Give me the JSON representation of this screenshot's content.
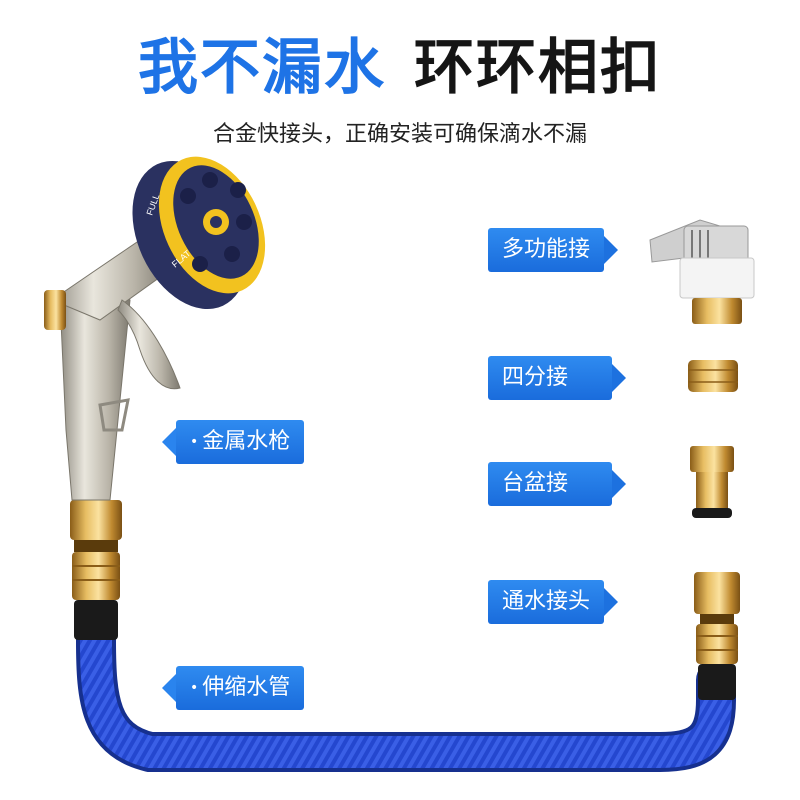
{
  "headline": {
    "part1": "我不漏水",
    "part2": "环环相扣"
  },
  "subheadline": "合金快接头，正确安装可确保滴水不漏",
  "labels": {
    "multi_connector": "多功能接",
    "quarter_connector": "四分接",
    "basin_connector": "台盆接",
    "water_connector": "通水接头",
    "metal_gun": "金属水枪",
    "expand_hose": "伸缩水管"
  },
  "nozzle_marks": {
    "full": "FULL",
    "flat": "FLAT"
  },
  "colors": {
    "headline_blue": "#1e73e6",
    "tag_blue": "#1a6cdc",
    "hose_blue": "#1f3fbf",
    "brass": "#c99a3e",
    "nozzle_yellow": "#f2c21f",
    "nozzle_navy": "#2a3160"
  }
}
